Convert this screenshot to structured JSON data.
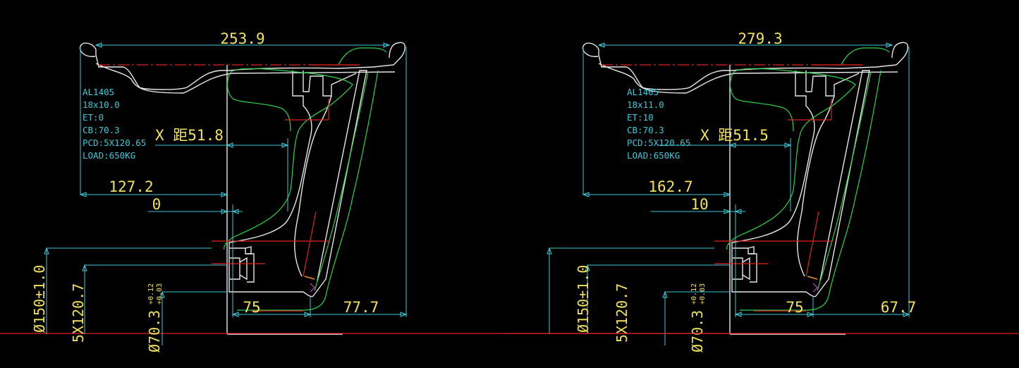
{
  "panels": [
    {
      "overall_width": "253.9",
      "specs": [
        "AL1405",
        "18x10.0",
        "ET:0",
        "CB:70.3",
        "PCD:5X120.65",
        "LOAD:650KG"
      ],
      "x_distance": "X 距51.8",
      "backspacing": "127.2",
      "offset": "0",
      "hub_depth": "75",
      "rim_edge": "77.7",
      "bore_150": "Ø150±1.0",
      "pcd_dim": "5X120.7",
      "cb_dim": "Ø70.3",
      "cb_tol_upper": "+0.12",
      "cb_tol_lower": "+0.03"
    },
    {
      "overall_width": "279.3",
      "specs": [
        "AL1405",
        "18x11.0",
        "ET:10",
        "CB:70.3",
        "PCD:5X120.65",
        "LOAD:650KG"
      ],
      "x_distance": "X 距51.5",
      "backspacing": "162.7",
      "offset": "10",
      "hub_depth": "75",
      "rim_edge": "67.7",
      "bore_150": "Ø150±1.0",
      "pcd_dim": "5X120.7",
      "cb_dim": "Ø70.3",
      "cb_tol_upper": "+0.12",
      "cb_tol_lower": "+0.03"
    }
  ],
  "colors": {
    "background": "#000000",
    "dimension_text": "#f2e35a",
    "dimension_lines": "#3ec8d8",
    "profile": "#e8e8e8",
    "alt_profile": "#2bd44a",
    "centerline": "#e02020"
  }
}
